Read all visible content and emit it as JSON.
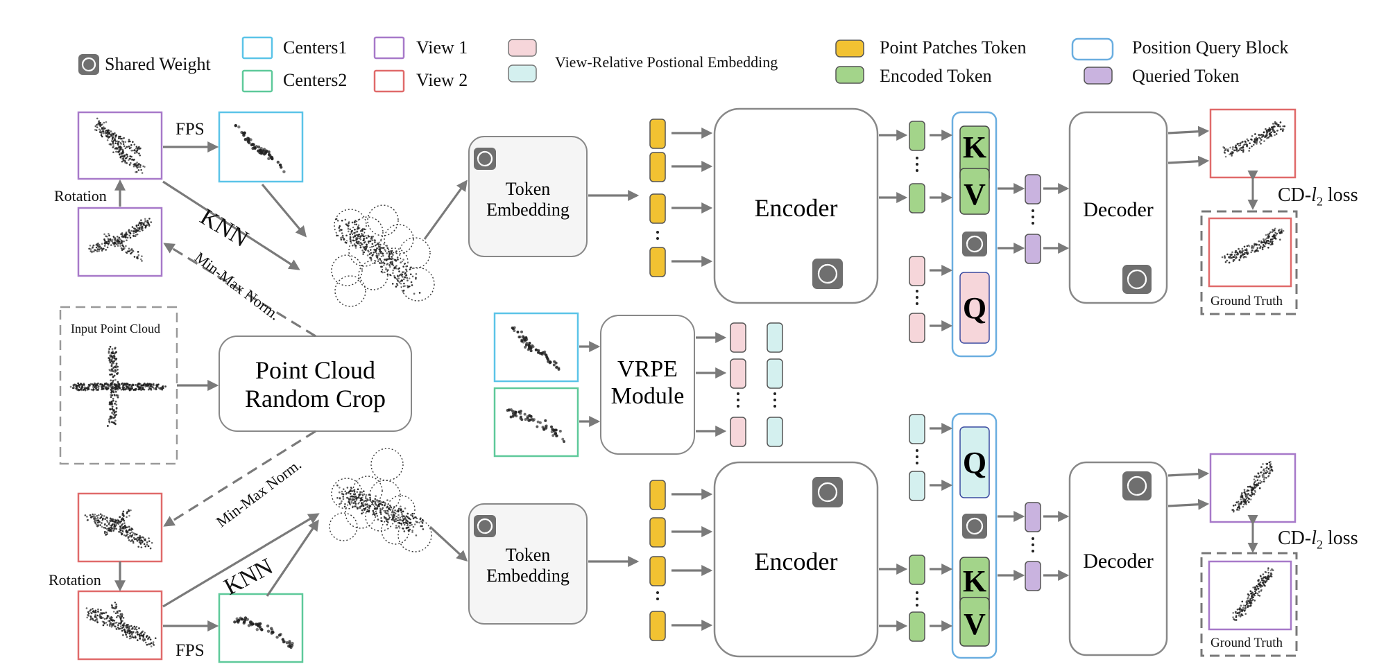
{
  "colors": {
    "centers1": "#5bc4e8",
    "centers2": "#5ec99a",
    "view1": "#a779c9",
    "view2": "#e06a6a",
    "vrpe_pink": "#f6d6da",
    "vrpe_cyan": "#d4f0ef",
    "patch_token": "#f2c232",
    "encoded_token": "#a3d48a",
    "queried_token": "#c9b3df",
    "query_block": "#6aaee0",
    "arrow": "#7a7a7a",
    "shared_icon": "#6f6f6f"
  },
  "legend": {
    "shared_weight": "Shared Weight",
    "centers1": "Centers1",
    "centers2": "Centers2",
    "view1": "View 1",
    "view2": "View 2",
    "vrpe": "View-Relative Postional Embedding",
    "point_patches_token": "Point Patches Token",
    "encoded_token": "Encoded Token",
    "position_query_block": "Position Query Block",
    "queried_token": "Queried Token"
  },
  "labels": {
    "fps_top": "FPS",
    "fps_bottom": "FPS",
    "knn_top": "KNN",
    "knn_bottom": "KNN",
    "rotation_top": "Rotation",
    "rotation_bottom": "Rotation",
    "minmax_top": "Min-Max Norm.",
    "minmax_bottom": "Min-Max Norm.",
    "input_point_cloud": "Input Point Cloud",
    "random_crop_line1": "Point Cloud",
    "random_crop_line2": "Random Crop",
    "token_embedding_line1": "Token",
    "token_embedding_line2": "Embedding",
    "encoder": "Encoder",
    "decoder": "Decoder",
    "vrpe_line1": "VRPE",
    "vrpe_line2": "Module",
    "k": "K",
    "v": "V",
    "q": "Q",
    "ground_truth": "Ground Truth",
    "cd_loss_prefix": "CD-",
    "cd_loss_l": "l",
    "cd_loss_sub": "2",
    "cd_loss_suffix": " loss"
  }
}
